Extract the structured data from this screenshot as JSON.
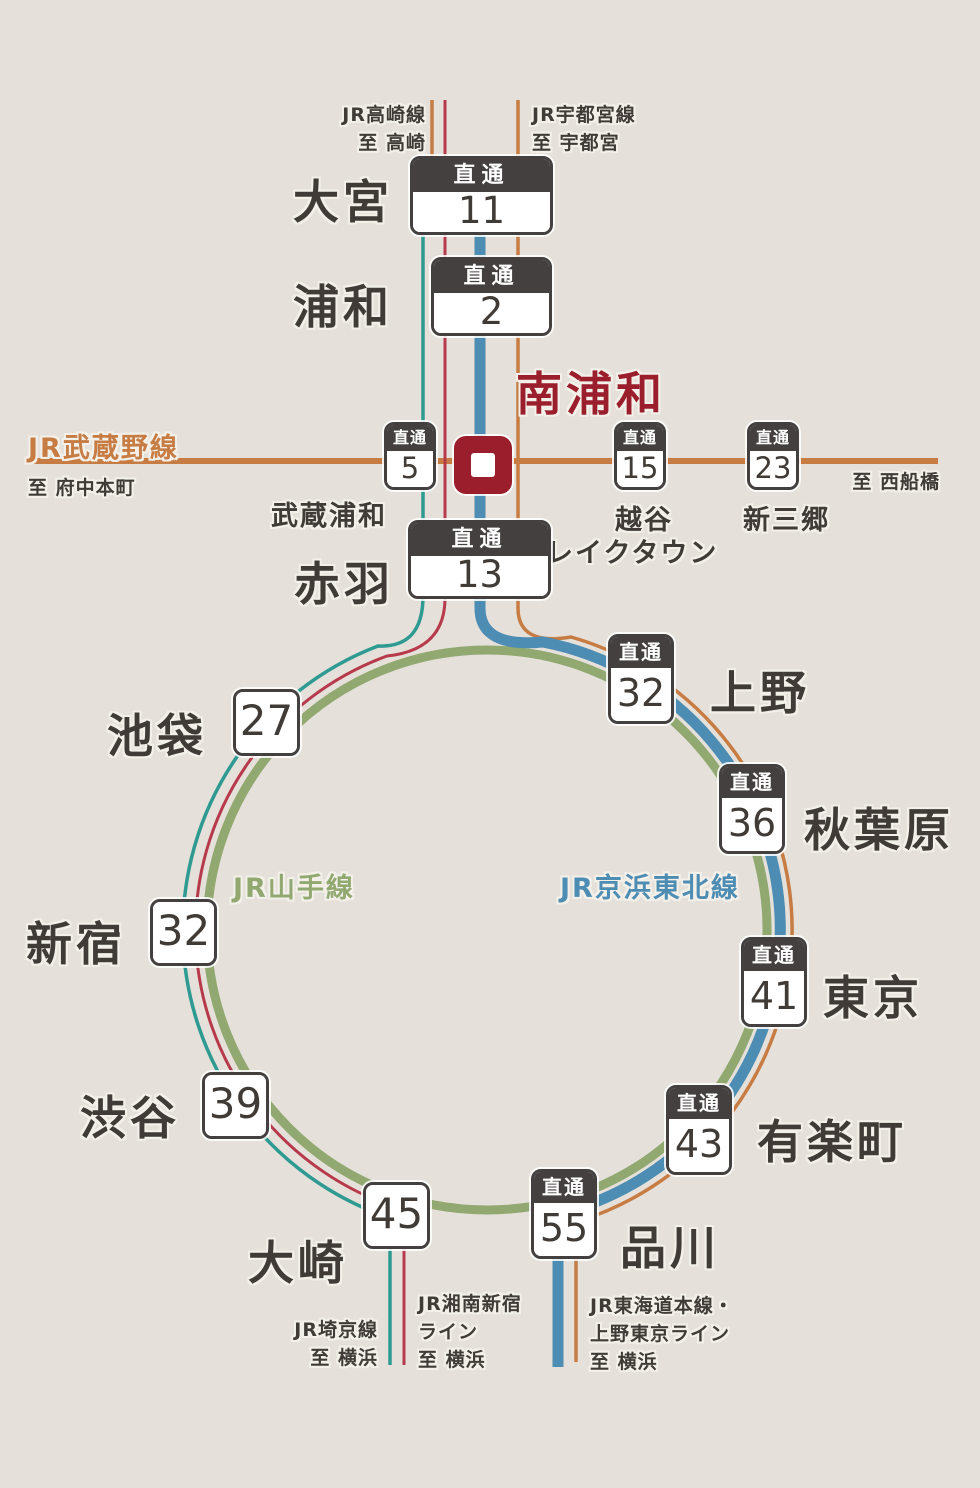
{
  "colors": {
    "background": "#e5e1da",
    "badge_dark": "#454040",
    "accent_red": "#9b1e2c",
    "text_dark": "#403b37",
    "line_teal": "#2e9a92",
    "line_red": "#b73a4c",
    "line_blue": "#4e8db3",
    "line_orange": "#c67c42",
    "line_green": "#92a871"
  },
  "center": {
    "name": "南浦和"
  },
  "lines": {
    "musashino": {
      "name": "JR武蔵野線",
      "to_left": "至 府中本町",
      "to_right": "至 西船橋"
    },
    "takasaki": {
      "name": "JR高崎線",
      "to": "至 高崎"
    },
    "utsunomiya": {
      "name": "JR宇都宮線",
      "to": "至 宇都宮"
    },
    "yamanote": {
      "name": "JR山手線"
    },
    "keihin_tohoku": {
      "name": "JR京浜東北線"
    },
    "saikyo": {
      "name": "JR埼京線",
      "to": "至 横浜"
    },
    "shonan_shinjuku": {
      "name_line1": "JR湘南新宿",
      "name_line2": "ライン",
      "to": "至 横浜"
    },
    "tokaido_ueno_tokyo": {
      "name_line1": "JR東海道本線・",
      "name_line2": "上野東京ライン",
      "to": "至 横浜"
    }
  },
  "stations": {
    "omiya": {
      "name": "大宮",
      "direct": "直通",
      "minutes": "11"
    },
    "urawa": {
      "name": "浦和",
      "direct": "直通",
      "minutes": "2"
    },
    "akabane": {
      "name": "赤羽",
      "direct": "直通",
      "minutes": "13"
    },
    "musashi_urawa": {
      "name": "武蔵浦和",
      "direct": "直通",
      "minutes": "5"
    },
    "koshigaya_laketown": {
      "name_line1": "越谷",
      "name_line2": "レイクタウン",
      "direct": "直通",
      "minutes": "15"
    },
    "shin_misato": {
      "name": "新三郷",
      "direct": "直通",
      "minutes": "23"
    },
    "ueno": {
      "name": "上野",
      "direct": "直通",
      "minutes": "32"
    },
    "akihabara": {
      "name": "秋葉原",
      "direct": "直通",
      "minutes": "36"
    },
    "tokyo": {
      "name": "東京",
      "direct": "直通",
      "minutes": "41"
    },
    "yurakucho": {
      "name": "有楽町",
      "direct": "直通",
      "minutes": "43"
    },
    "shinagawa": {
      "name": "品川",
      "direct": "直通",
      "minutes": "55"
    },
    "ikebukuro": {
      "name": "池袋",
      "minutes": "27"
    },
    "shinjuku": {
      "name": "新宿",
      "minutes": "32"
    },
    "shibuya": {
      "name": "渋谷",
      "minutes": "39"
    },
    "osaki": {
      "name": "大崎",
      "minutes": "45"
    }
  }
}
